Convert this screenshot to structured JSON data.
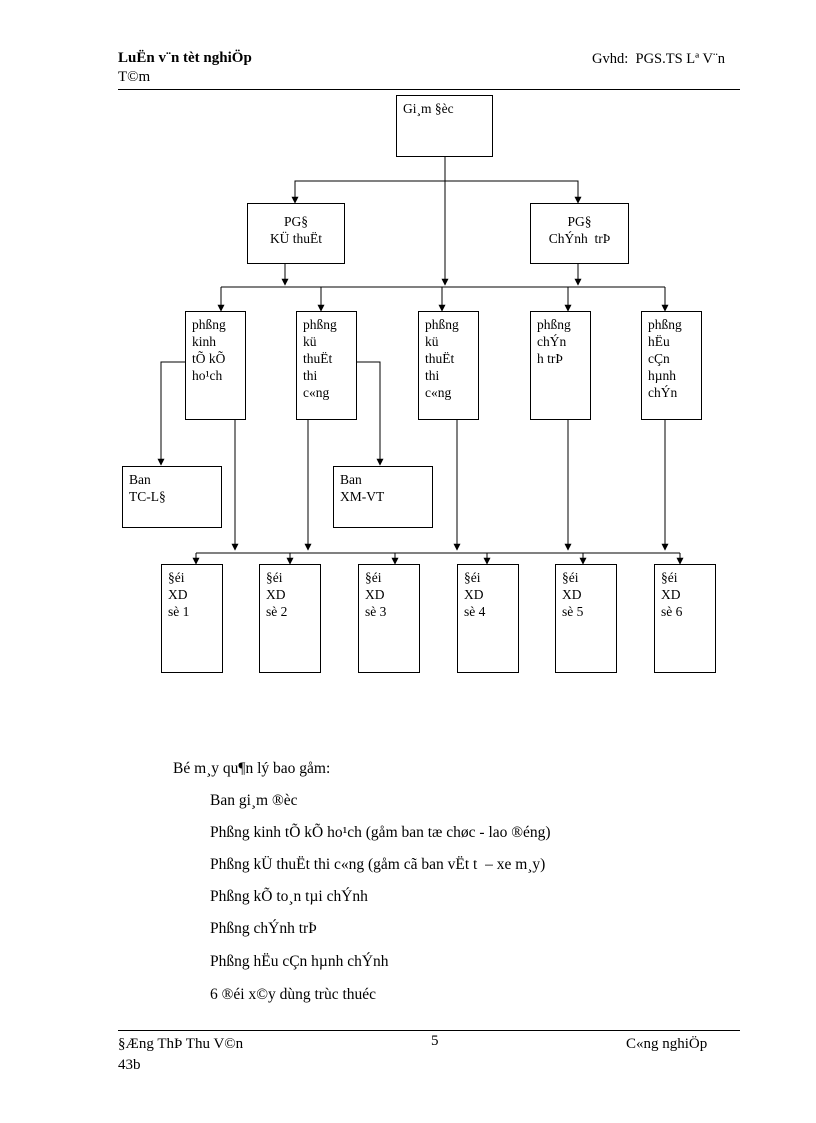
{
  "header": {
    "title_line1": "LuËn v¨n tèt nghiÖp",
    "title_line2": "T©m",
    "advisor": "Gvhd:  PGS.TS Lª V¨n"
  },
  "org_chart": {
    "director": "Gi¸m §èc",
    "deputy_technical": [
      "PG§",
      "KÜ thuËt"
    ],
    "deputy_politics": [
      "PG§",
      "ChÝnh  trÞ"
    ],
    "departments": [
      [
        "phßng",
        "kinh",
        "tÕ kÕ",
        "ho¹ch"
      ],
      [
        "phßng",
        "kü",
        "thuËt",
        "thi",
        "c«ng"
      ],
      [
        "phßng",
        "kü",
        "thuËt",
        "thi",
        "c«ng"
      ],
      [
        "phßng",
        "chÝn",
        "h trÞ"
      ],
      [
        "phßng",
        "hËu",
        "cÇn",
        "hµnh",
        "chÝn"
      ]
    ],
    "boards": [
      [
        "Ban",
        "TC-L§"
      ],
      [
        "Ban",
        "XM-VT"
      ]
    ],
    "teams": [
      [
        "§éi",
        "XD",
        "sè 1"
      ],
      [
        "§éi",
        "XD",
        "sè 2"
      ],
      [
        "§éi",
        "XD",
        "sè 3"
      ],
      [
        "§éi",
        "XD",
        "sè 4"
      ],
      [
        "§éi",
        "XD",
        "sè 5"
      ],
      [
        "§éi",
        "XD",
        "sè 6"
      ]
    ]
  },
  "body": {
    "intro": "Bé m¸y qu¶n lý bao gåm:",
    "items": [
      "Ban gi¸m ®èc",
      "Phßng kinh tÕ kÕ ho¹ch (gåm ban tæ chøc - lao ®éng)",
      "Phßng kÜ thuËt thi c«ng (gåm cã ban vËt t  – xe m¸y)",
      "Phßng kÕ to¸n tµi chÝnh",
      "Phßng chÝnh trÞ",
      "Phßng hËu cÇn hµnh chÝnh",
      "6 ®éi x©y dùng trùc thuéc"
    ]
  },
  "footer": {
    "author_line1": "§Æng ThÞ Thu V©n",
    "author_line2": "43b",
    "page_number": "5",
    "department": "C«ng nghiÖp"
  }
}
